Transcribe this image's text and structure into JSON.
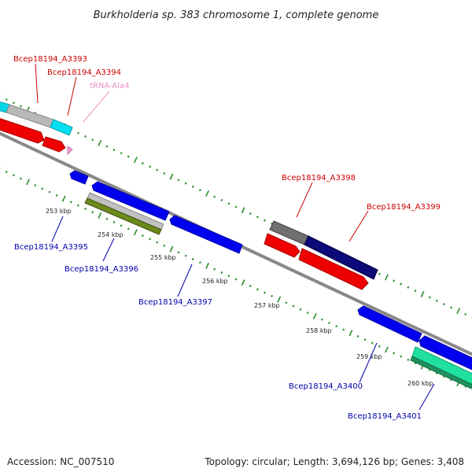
{
  "title": "Burkholderia sp. 383 chromosome 1, complete genome",
  "footer": {
    "accession_label": "Accession: NC_007510",
    "summary": "Topology: circular; Length: 3,694,126 bp; Genes: 3,408"
  },
  "colors": {
    "forward_label": "#cc0000",
    "reverse_label": "#0000aa",
    "trna_label": "#e890c0",
    "backbone": "#888888",
    "tick": "#2a8a2a"
  },
  "kbp_ticks": [
    {
      "label": "253 kbp",
      "kb": 253
    },
    {
      "label": "254 kbp",
      "kb": 254
    },
    {
      "label": "255 kbp",
      "kb": 255
    },
    {
      "label": "256 kbp",
      "kb": 256
    },
    {
      "label": "257 kbp",
      "kb": 257
    },
    {
      "label": "258 kbp",
      "kb": 258
    },
    {
      "label": "259 kbp",
      "kb": 259
    },
    {
      "label": "260 kbp",
      "kb": 260
    }
  ],
  "gene_labels": [
    {
      "text": "Bcep18194_A3393",
      "strand": "forward"
    },
    {
      "text": "Bcep18194_A3394",
      "strand": "forward"
    },
    {
      "text": "tRNA-Ala4",
      "strand": "forward"
    },
    {
      "text": "Bcep18194_A3398",
      "strand": "forward"
    },
    {
      "text": "Bcep18194_A3399",
      "strand": "forward"
    },
    {
      "text": "Bcep18194_A3395",
      "strand": "reverse"
    },
    {
      "text": "Bcep18194_A3396",
      "strand": "reverse"
    },
    {
      "text": "Bcep18194_A3397",
      "strand": "reverse"
    },
    {
      "text": "Bcep18194_A3400",
      "strand": "reverse"
    },
    {
      "text": "Bcep18194_A3401",
      "strand": "reverse"
    }
  ]
}
